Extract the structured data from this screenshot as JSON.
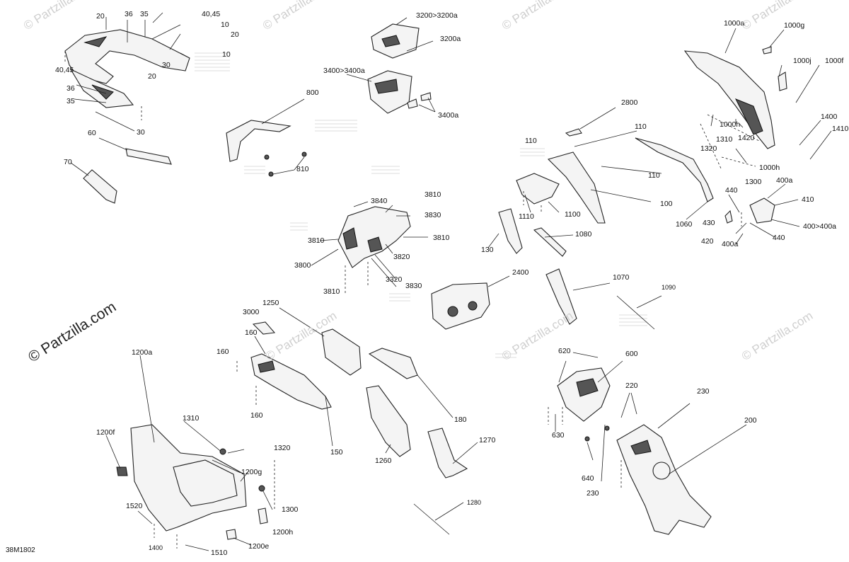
{
  "watermark": {
    "text": "© Partzilla.com"
  },
  "diagram_code": "38M1802",
  "labels": [
    "20",
    "36",
    "35",
    "40,45",
    "10",
    "20",
    "10",
    "40,45",
    "30",
    "20",
    "36",
    "35",
    "30",
    "60",
    "70",
    "3200>3200a",
    "3200a",
    "3400>3400a",
    "3400a",
    "800",
    "810",
    "3840",
    "3810",
    "3830",
    "3810",
    "3820",
    "3320",
    "3830",
    "3810",
    "3800",
    "3810",
    "2800",
    "110",
    "110",
    "110",
    "1100",
    "1110",
    "100",
    "130",
    "1080",
    "1060",
    "1000a",
    "1000g",
    "1000j",
    "1000f",
    "1000h",
    "1310",
    "1420",
    "1320",
    "1000h",
    "1300",
    "1400",
    "1410",
    "440",
    "400a",
    "410",
    "430",
    "420",
    "400a",
    "440",
    "400>400a",
    "2400",
    "1070",
    "1090",
    "1250",
    "3000",
    "160",
    "160",
    "160",
    "150",
    "180",
    "1260",
    "1270",
    "1280",
    "1200a",
    "1310",
    "1320",
    "1200f",
    "1200g",
    "1300",
    "1520",
    "1200h",
    "1400",
    "1510",
    "1200e",
    "620",
    "600",
    "220",
    "230",
    "200",
    "630",
    "640",
    "230"
  ]
}
